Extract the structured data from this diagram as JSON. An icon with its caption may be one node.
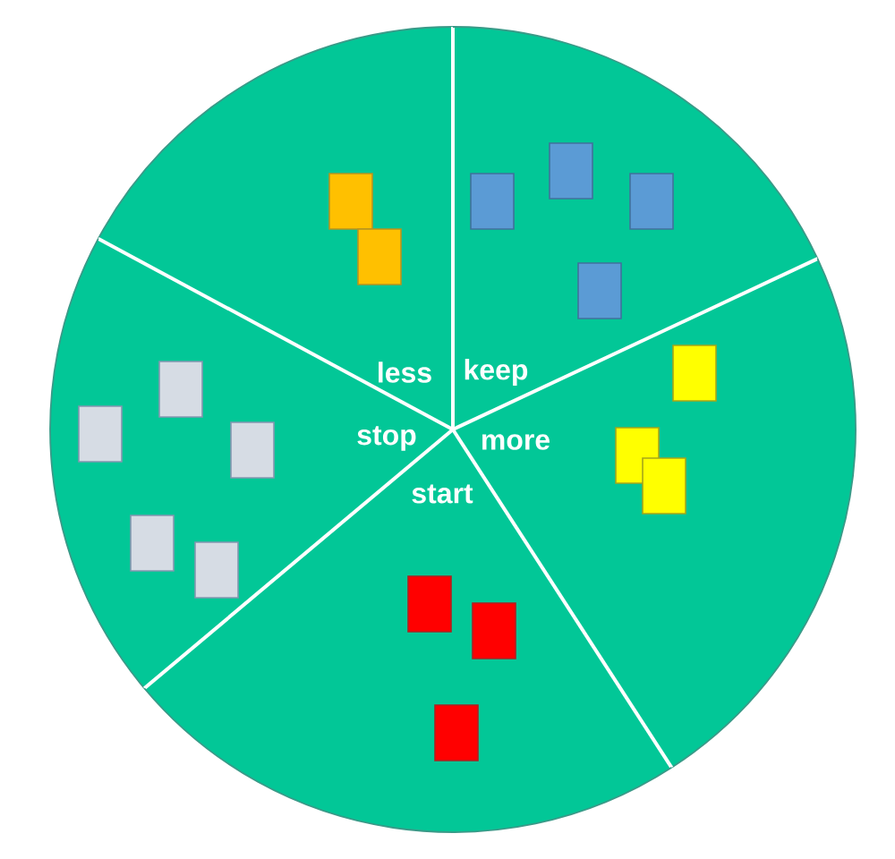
{
  "diagram": {
    "nodes": [
      {
        "text": [
          "less"
        ]
      },
      {
        "text": [
          "keep"
        ]
      },
      {
        "text": [
          "stop"
        ]
      },
      {
        "text": [
          "more"
        ]
      },
      {
        "text": [
          "start"
        ]
      },
      {
        "text": [],
        "shape": "box",
        "in": 0
      },
      {
        "text": [],
        "shape": "box",
        "in": 0
      },
      {
        "text": [],
        "shape": "box",
        "in": 1
      },
      {
        "text": [],
        "shape": "box",
        "in": 1
      },
      {
        "text": [],
        "shape": "box",
        "in": 1
      },
      {
        "text": [],
        "shape": "box",
        "in": 1
      },
      {
        "text": [],
        "shape": "box",
        "in": 2
      },
      {
        "text": [],
        "shape": "box",
        "in": 2
      },
      {
        "text": [],
        "shape": "box",
        "in": 2
      },
      {
        "text": [],
        "shape": "box",
        "in": 2
      },
      {
        "text": [],
        "shape": "box",
        "in": 2
      },
      {
        "text": [],
        "shape": "box",
        "in": 3
      },
      {
        "text": [],
        "shape": "box",
        "in": 3
      },
      {
        "text": [],
        "shape": "box",
        "in": 3
      },
      {
        "text": [],
        "shape": "box",
        "in": 4
      },
      {
        "text": [],
        "shape": "box",
        "in": 4
      },
      {
        "text": [],
        "shape": "box",
        "in": 4
      }
    ]
  }
}
